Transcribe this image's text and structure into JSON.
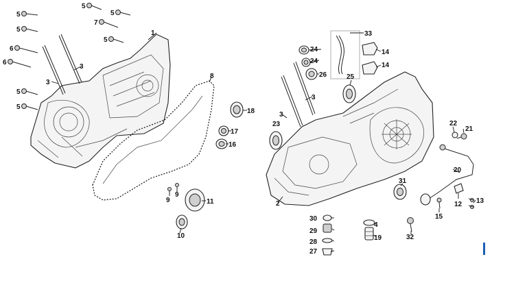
{
  "callouts": {
    "c1": "1",
    "c2": "2",
    "c3a": "3",
    "c3b": "3",
    "c3c": "3",
    "c3d": "3",
    "c4": "4",
    "c5a": "5",
    "c5b": "5",
    "c5c": "5",
    "c5d": "5",
    "c5e": "5",
    "c5f": "5",
    "c5g": "5",
    "c6a": "6",
    "c6b": "6",
    "c7": "7",
    "c8": "8",
    "c9a": "9",
    "c9b": "9",
    "c10": "10",
    "c11": "11",
    "c12": "12",
    "c13": "13",
    "c14a": "14",
    "c14b": "14",
    "c15": "15",
    "c16": "16",
    "c17": "17",
    "c18": "18",
    "c19": "19",
    "c20": "20",
    "c21": "21",
    "c22": "22",
    "c23": "23",
    "c24a": "24",
    "c24b": "24",
    "c25": "25",
    "c26": "26",
    "c27": "27",
    "c28": "28",
    "c29": "29",
    "c30": "30",
    "c31": "31",
    "c32": "32",
    "c33": "33"
  },
  "colors": {
    "ink": "#111111",
    "accent": "#1a5fb4"
  },
  "icons": {
    "marker": "blue-tick-mark"
  }
}
